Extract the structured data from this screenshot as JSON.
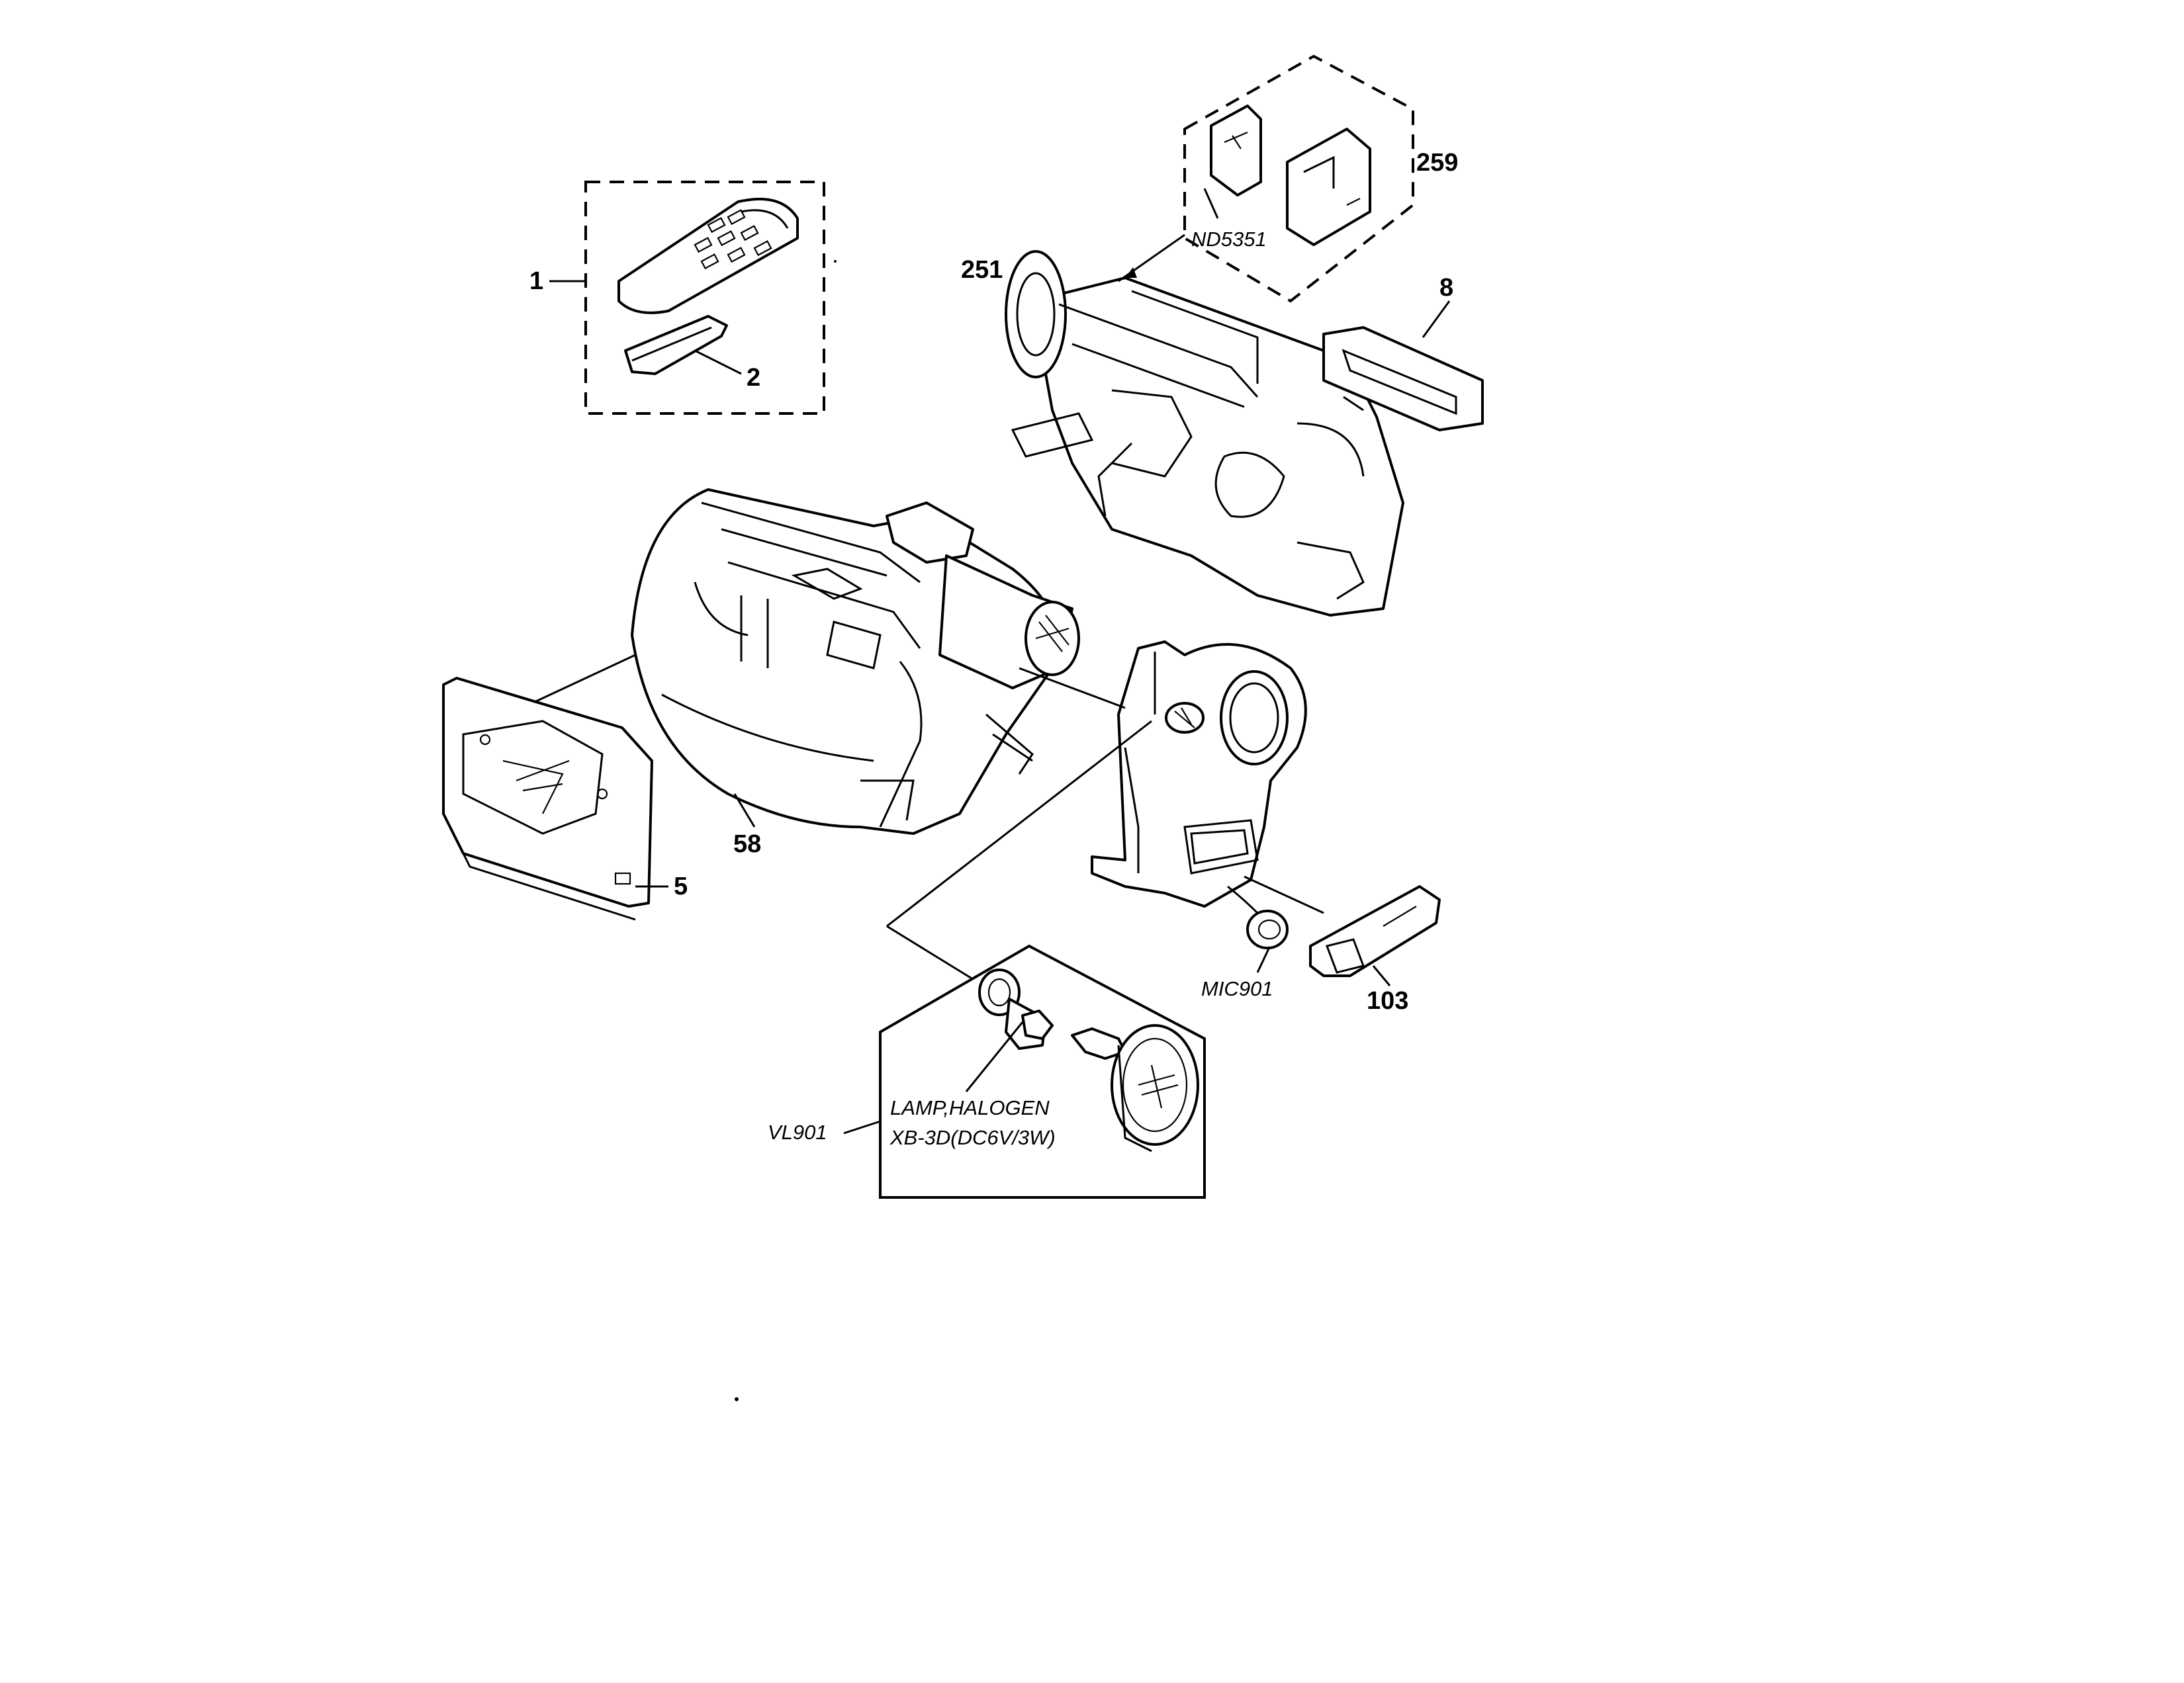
{
  "labels": {
    "p1": "1",
    "p2": "2",
    "p5": "5",
    "p8": "8",
    "p58": "58",
    "p103": "103",
    "p251": "251",
    "p259": "259",
    "nd5351": "ND5351",
    "mic901": "MIC901",
    "vl901": "VL901",
    "lamp_line1": "LAMP,HALOGEN",
    "lamp_line2": "XB-3D(DC6V/3W)"
  }
}
